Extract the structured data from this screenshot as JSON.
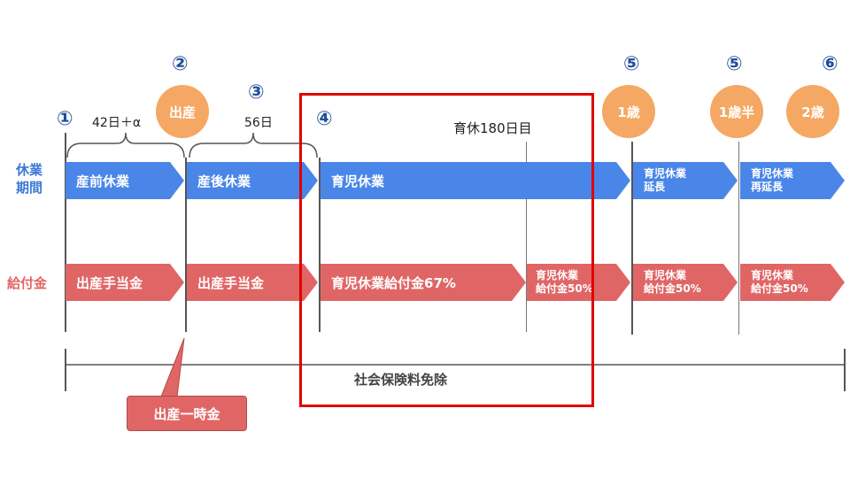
{
  "milestones": {
    "m1": "①",
    "m2": "②",
    "m3": "③",
    "m4": "④",
    "m5a": "⑤",
    "m5b": "⑤",
    "m6": "⑥"
  },
  "circles": {
    "birth": "出産",
    "age1": "1歳",
    "age1_5": "1歳半",
    "age2": "2歳"
  },
  "braces": {
    "prenatal": "42日＋α",
    "postnatal": "56日"
  },
  "marker_180": "育休180日目",
  "row_labels": {
    "leave": "休業\n期間",
    "benefit": "給付金"
  },
  "leave_row": {
    "prenatal": "産前休業",
    "postnatal": "産後休業",
    "childcare": "育児休業",
    "extension": "育児休業\n延長",
    "re_extension": "育児休業\n再延長"
  },
  "benefit_row": {
    "prenatal": "出産手当金",
    "postnatal": "出産手当金",
    "childcare67": "育児休業給付金67%",
    "childcare50a": "育児休業\n給付金50%",
    "childcare50b": "育児休業\n給付金50%",
    "childcare50c": "育児休業\n給付金50%"
  },
  "social_insurance": "社会保険料免除",
  "callout": "出産一時金",
  "colors": {
    "leave_blue": "#4a86e8",
    "benefit_red": "#e06666",
    "circle_orange": "#f4a863",
    "number_blue": "#1f4e9a",
    "highlight_red": "#e00000"
  }
}
